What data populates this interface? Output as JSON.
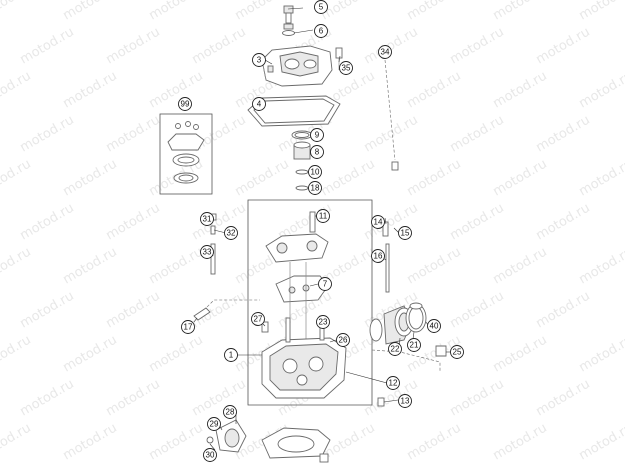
{
  "watermark": {
    "text": "motod.ru"
  },
  "callouts": [
    {
      "id": "1",
      "label": "1"
    },
    {
      "id": "3",
      "label": "3"
    },
    {
      "id": "4",
      "label": "4"
    },
    {
      "id": "5",
      "label": "5"
    },
    {
      "id": "6",
      "label": "6"
    },
    {
      "id": "7",
      "label": "7"
    },
    {
      "id": "8",
      "label": "8"
    },
    {
      "id": "9",
      "label": "9"
    },
    {
      "id": "10",
      "label": "10"
    },
    {
      "id": "11",
      "label": "11"
    },
    {
      "id": "12",
      "label": "12"
    },
    {
      "id": "13",
      "label": "13"
    },
    {
      "id": "14",
      "label": "14"
    },
    {
      "id": "15",
      "label": "15"
    },
    {
      "id": "16",
      "label": "16"
    },
    {
      "id": "17",
      "label": "17"
    },
    {
      "id": "18",
      "label": "18"
    },
    {
      "id": "21",
      "label": "21"
    },
    {
      "id": "22",
      "label": "22"
    },
    {
      "id": "23",
      "label": "23"
    },
    {
      "id": "25",
      "label": "25"
    },
    {
      "id": "26",
      "label": "26"
    },
    {
      "id": "27",
      "label": "27"
    },
    {
      "id": "28",
      "label": "28"
    },
    {
      "id": "29",
      "label": "29"
    },
    {
      "id": "30",
      "label": "30"
    },
    {
      "id": "31",
      "label": "31"
    },
    {
      "id": "32",
      "label": "32"
    },
    {
      "id": "33",
      "label": "33"
    },
    {
      "id": "34",
      "label": "34"
    },
    {
      "id": "35",
      "label": "35"
    },
    {
      "id": "40",
      "label": "40"
    },
    {
      "id": "99",
      "label": "99"
    }
  ]
}
